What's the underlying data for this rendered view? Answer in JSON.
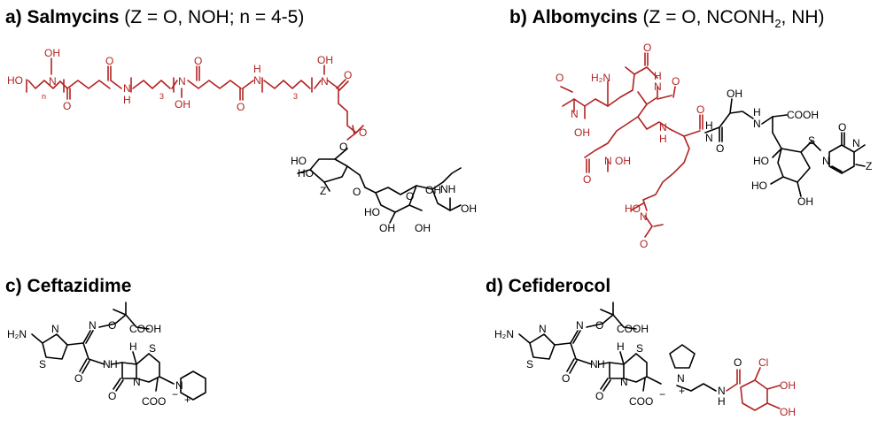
{
  "panels": {
    "a": {
      "letter": "a)",
      "name": "Salmycins",
      "detail": "(Z = O, NOH; n = 4-5)",
      "atoms": {
        "ho": "HO",
        "n_sub": "n",
        "n1": "N",
        "oh1": "OH",
        "o1": "O",
        "o2": "O",
        "nh1": "N",
        "h1": "H",
        "sub3_1": "3",
        "n2": "N",
        "oh2": "OH",
        "o3": "O",
        "o4": "O",
        "nh2": "N",
        "h2": "H",
        "sub3_2": "3",
        "n3": "N",
        "oh3": "OH",
        "o5": "O",
        "o6": "O",
        "o7": "O",
        "ho_s1": "HO",
        "ho_s2": "HO",
        "z": "Z",
        "o_ring1": "O",
        "o_ring2": "O",
        "oh_s1": "OH",
        "nh_s": "NH",
        "ho_s3": "HO",
        "oh_s2": "OH",
        "oh_s3": "OH",
        "oh_s4": "OH"
      }
    },
    "b": {
      "letter": "b)",
      "name": "Albomycins",
      "detail_pre": "(Z = O, NCONH",
      "detail_sub": "2",
      "detail_post": ", NH)",
      "atoms": {
        "h2n": "H₂N",
        "n_amide1": "N",
        "h_amide1": "H",
        "o_top": "O",
        "n_hydrox1": "N",
        "oh_1": "OH",
        "o_ac1": "O",
        "o_mid": "O",
        "n_amide2": "N",
        "h_amide2": "H",
        "o_mid2": "O",
        "n_hydrox2": "N",
        "oh_2": "OH",
        "o_ac2": "O",
        "ho_3": "HO",
        "n_hydrox3": "N",
        "o_ac3": "O",
        "oh_ser": "OH",
        "n_amide3": "N",
        "h_amide3": "H",
        "o_ser": "O",
        "n_amide4": "N",
        "h_amide4": "H",
        "cooh": "COOH",
        "ho_a": "HO",
        "s": "S",
        "ho_b": "HO",
        "oh_b": "OH",
        "o_pyr": "O",
        "n_pyr1": "N",
        "n_pyr2": "N",
        "z": "Z"
      }
    },
    "c": {
      "letter": "c)",
      "name": "Ceftazidime",
      "atoms": {
        "h2n": "H₂N",
        "n_thz": "N",
        "s_thz": "S",
        "n_ox": "N",
        "o_ox": "O",
        "cooh": "COOH",
        "o_am": "O",
        "nh": "N",
        "h_nh": "H",
        "h_ster": "H",
        "s_ring": "S",
        "o_lac": "O",
        "n_lac": "N",
        "coo": "COO",
        "charge_neg": "−",
        "n_pyr": "N",
        "charge_pos": "+"
      }
    },
    "d": {
      "letter": "d)",
      "name": "Cefiderocol",
      "atoms": {
        "h2n": "H₂N",
        "n_thz": "N",
        "s_thz": "S",
        "n_ox": "N",
        "o_ox": "O",
        "cooh": "COOH",
        "o_am": "O",
        "nh": "N",
        "h_nh": "H",
        "h_ster": "H",
        "s_ring": "S",
        "o_lac": "O",
        "n_lac": "N",
        "coo": "COO",
        "charge_neg": "−",
        "n_pyrr": "N",
        "charge_pos": "+",
        "n_link": "N",
        "h_link": "H",
        "o_link": "O",
        "cl": "Cl",
        "oh1": "OH",
        "oh2": "OH"
      }
    }
  },
  "colors": {
    "siderophore": "#b22222",
    "scaffold": "#000000"
  }
}
